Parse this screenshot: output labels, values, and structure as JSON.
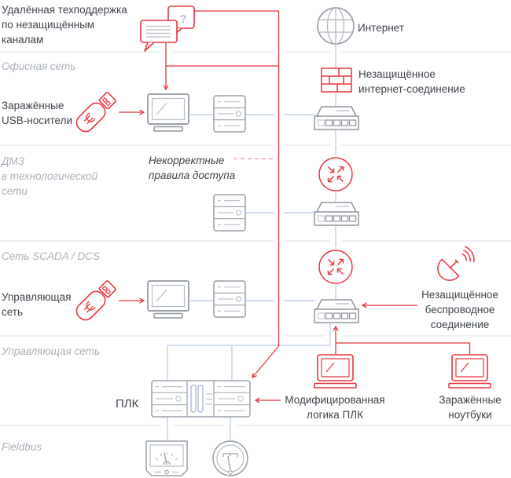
{
  "sections": {
    "office": "Офисная сеть",
    "dmz": "ДМЗ\nв технологической\nсети",
    "scada": "Сеть SCADA / DCS",
    "control": "Управляющая сеть",
    "fieldbus": "Fieldbus"
  },
  "labels": {
    "remote_support": "Удалённая техподдержка\nпо незащищённым\nканалам",
    "internet": "Интернет",
    "insecure_internet": "Незащищённое\nинтернет-соединение",
    "infected_usb": "Заражённые\nUSB-носители",
    "bad_access_rules": "Некорректные\nправила доступа",
    "insecure_wireless": "Незащищённое\nбеспроводное\nсоединение",
    "control_network": "Управляющая\nсеть",
    "plc": "ПЛК",
    "modified_plc_logic": "Модифицированная\nлогика ПЛК",
    "infected_laptops": "Заражённые\nноутбуки"
  },
  "icons": {
    "chat_question_glyph": "?"
  },
  "colors": {
    "threat_red": "#e8353d",
    "link_blue": "#c3d1ef",
    "icon_gray": "#8f969f",
    "text_dark": "#3e434b",
    "text_gray": "#a9b0ba"
  }
}
